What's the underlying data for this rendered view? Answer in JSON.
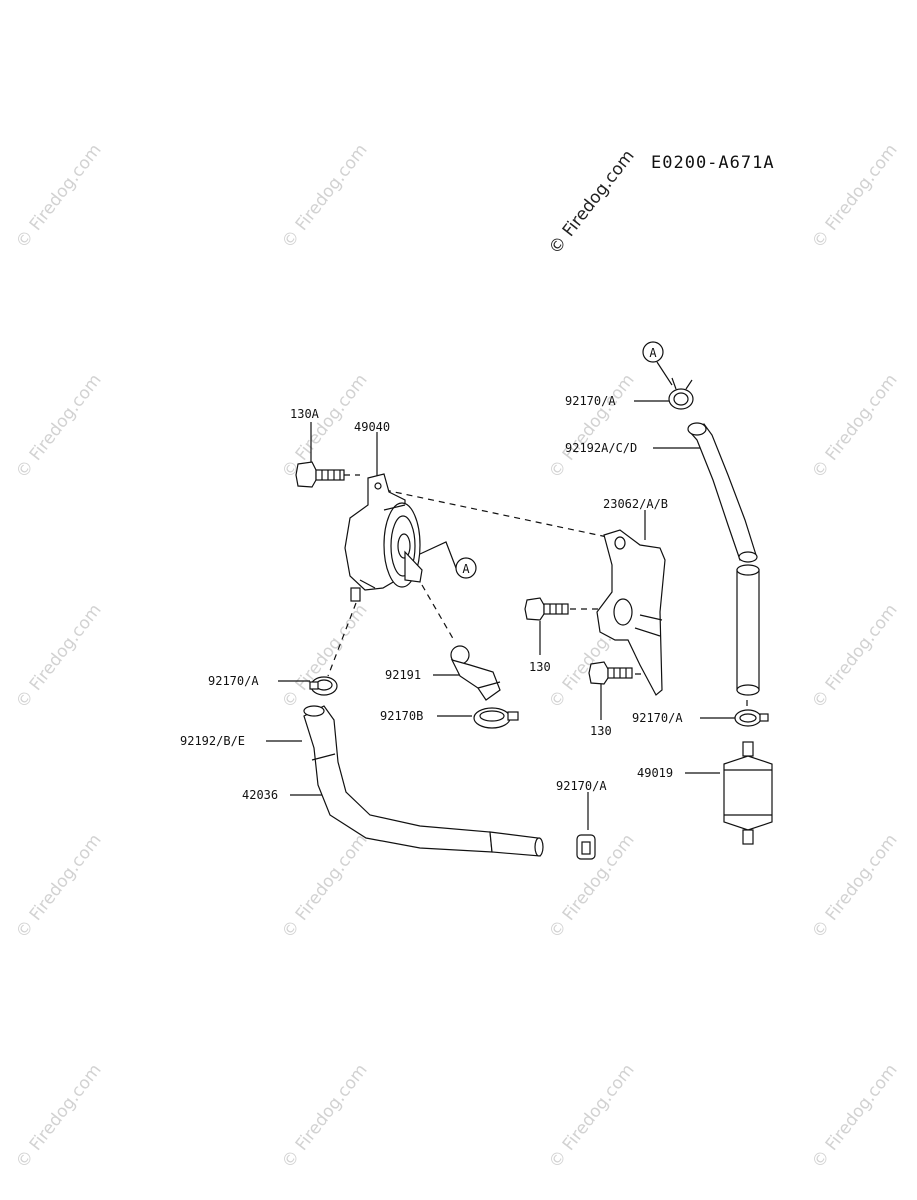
{
  "drawing_code": "E0200-A671A",
  "copyright_watermark": "© Firedog.com",
  "callout_letter": "A",
  "labels": {
    "p130A": "130A",
    "p49040": "49040",
    "p92170A_top": "92170/A",
    "p92192ACD": "92192A/C/D",
    "p23062AB": "23062/A/B",
    "p130_a": "130",
    "p130_b": "130",
    "p92191": "92191",
    "p92170B": "92170B",
    "p92170A_left": "92170/A",
    "p92192BE": "92192/B/E",
    "p42036": "42036",
    "p92170A_right": "92170/A",
    "p49019": "49019",
    "p92170A_bottom": "92170/A"
  }
}
